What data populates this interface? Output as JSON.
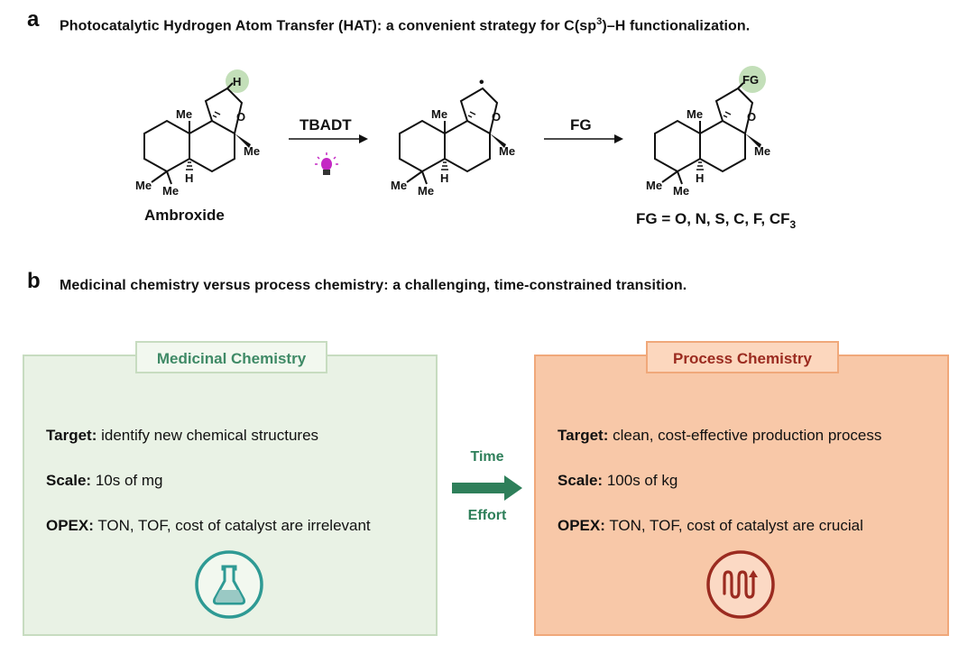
{
  "panel_a": {
    "letter": "a",
    "title_pre": "Photocatalytic Hydrogen Atom Transfer (HAT): a convenient strategy for C(sp",
    "title_sup": "3",
    "title_post": ")–H functionalization.",
    "scheme": {
      "reagent_1": "TBADT",
      "reagent_2": "FG",
      "start_label": "Ambroxide",
      "product_label_pre": "FG = O, N, S, C, F, CF",
      "product_label_sub": "3",
      "atom_h": "H",
      "atom_fg": "FG",
      "atom_o": "O",
      "atom_me": "Me",
      "atom_h_ring": "H",
      "radical_dot": "•"
    }
  },
  "panel_b": {
    "letter": "b",
    "title": "Medicinal chemistry versus process chemistry: a challenging, time-constrained transition.",
    "medicinal": {
      "title": "Medicinal Chemistry",
      "target_label": "Target:",
      "target_value": "identify new chemical structures",
      "scale_label": "Scale:",
      "scale_value": "10s of mg",
      "opex_label": "OPEX:",
      "opex_value": "TON, TOF, cost of catalyst are irrelevant",
      "icon": "flask-icon"
    },
    "process": {
      "title": "Process Chemistry",
      "target_label": "Target:",
      "target_value": "clean, cost-effective production process",
      "scale_label": "Scale:",
      "scale_value": "100s of kg",
      "opex_label": "OPEX:",
      "opex_value": "TON, TOF, cost of catalyst are crucial",
      "icon": "coil-reactor-icon"
    },
    "transition": {
      "top_label": "Time",
      "bottom_label": "Effort"
    }
  },
  "colors": {
    "medicinal_bg": "#e9f2e5",
    "medicinal_accent": "#3f8a66",
    "process_bg": "#f8c8a8",
    "process_accent": "#9b2b20",
    "arrow": "#2e7f5a",
    "highlight": "#c3dfb9",
    "lamp": "#c428c4"
  }
}
